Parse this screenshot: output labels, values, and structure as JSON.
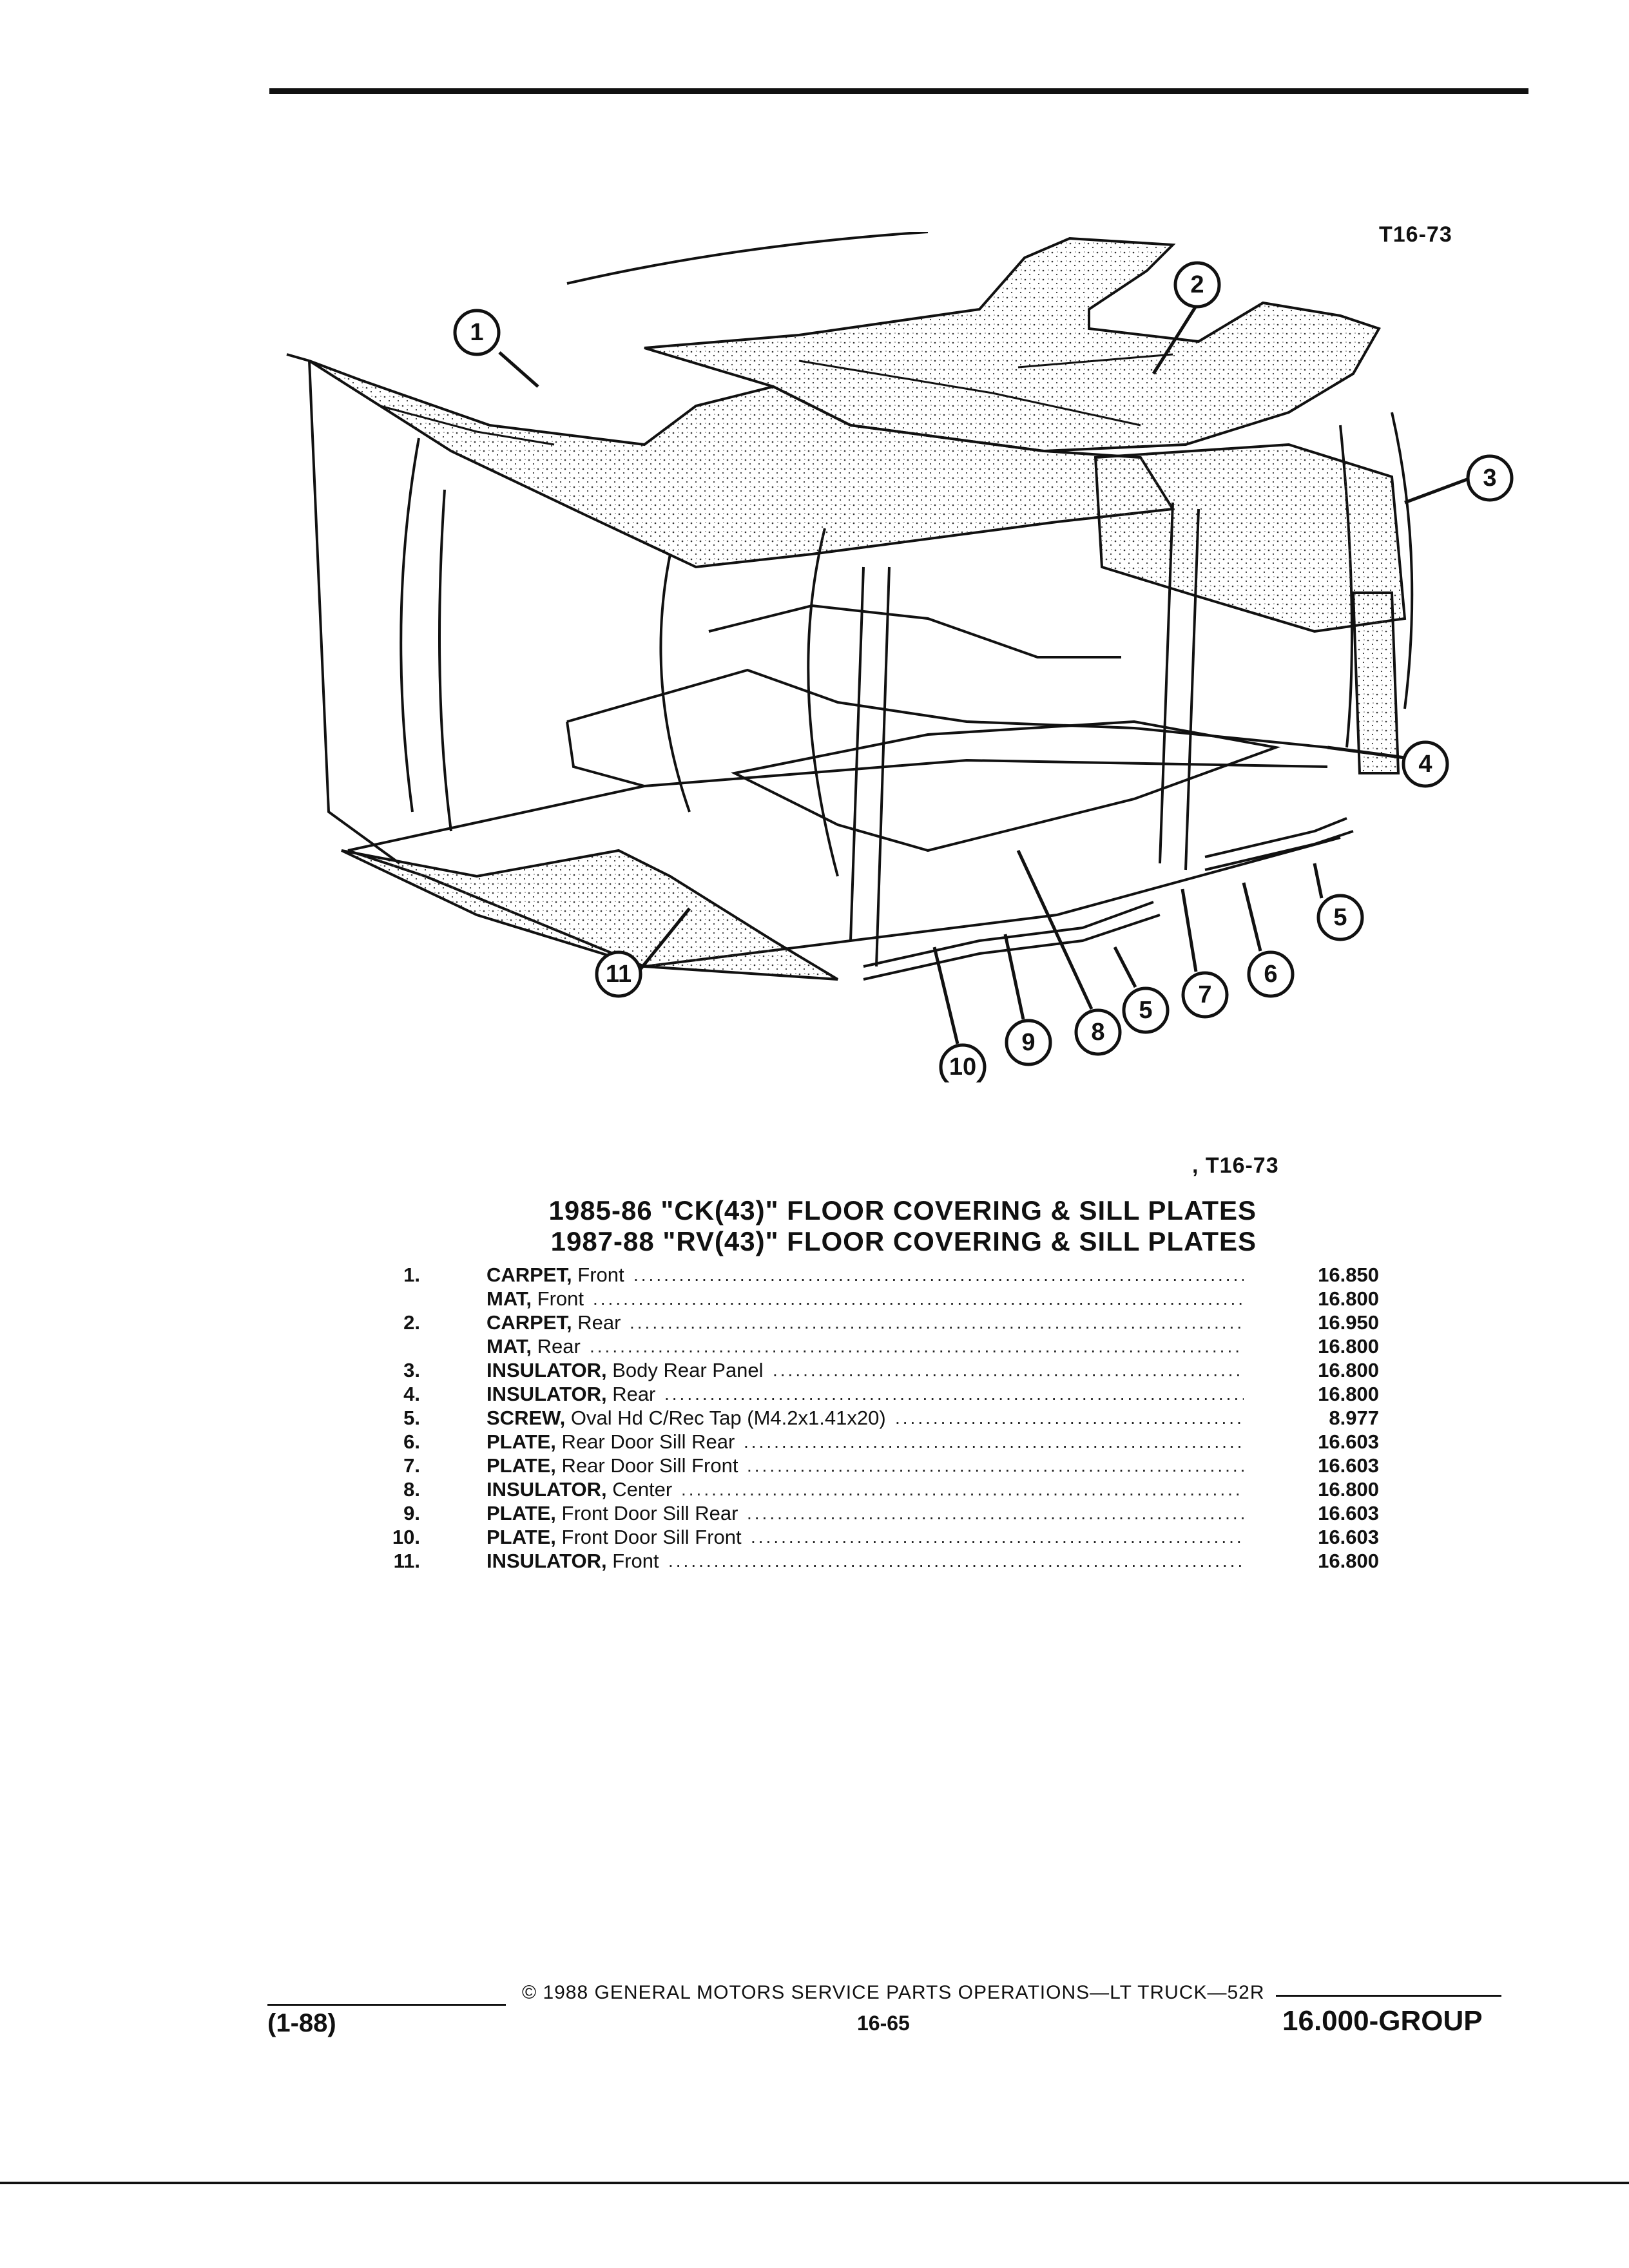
{
  "figure_id_top": "T16-73",
  "figure_id_bottom": ", T16-73",
  "title_line_1": "1985-86 \"CK(43)\" FLOOR COVERING & SILL PLATES",
  "title_line_2": "1987-88 \"RV(43)\" FLOOR COVERING & SILL PLATES",
  "callouts": [
    {
      "label": "1"
    },
    {
      "label": "2"
    },
    {
      "label": "3"
    },
    {
      "label": "4"
    },
    {
      "label": "5"
    },
    {
      "label": "5"
    },
    {
      "label": "6"
    },
    {
      "label": "7"
    },
    {
      "label": "8"
    },
    {
      "label": "9"
    },
    {
      "label": "10"
    },
    {
      "label": "11"
    }
  ],
  "parts": [
    {
      "num": "1.",
      "name": "CARPET,",
      "detail": " Front",
      "group": "16.850"
    },
    {
      "num": "",
      "name": "MAT,",
      "detail": " Front",
      "group": "16.800"
    },
    {
      "num": "2.",
      "name": "CARPET,",
      "detail": " Rear",
      "group": "16.950"
    },
    {
      "num": "",
      "name": "MAT,",
      "detail": " Rear",
      "group": "16.800"
    },
    {
      "num": "3.",
      "name": "INSULATOR,",
      "detail": " Body Rear Panel",
      "group": "16.800"
    },
    {
      "num": "4.",
      "name": "INSULATOR,",
      "detail": " Rear",
      "group": "16.800"
    },
    {
      "num": "5.",
      "name": "SCREW,",
      "detail": " Oval Hd C/Rec Tap (M4.2x1.41x20)",
      "group": "8.977"
    },
    {
      "num": "6.",
      "name": "PLATE,",
      "detail": " Rear Door Sill Rear",
      "group": "16.603"
    },
    {
      "num": "7.",
      "name": "PLATE,",
      "detail": " Rear Door Sill Front",
      "group": "16.603"
    },
    {
      "num": "8.",
      "name": "INSULATOR,",
      "detail": " Center",
      "group": "16.800"
    },
    {
      "num": "9.",
      "name": "PLATE,",
      "detail": " Front Door Sill Rear",
      "group": "16.603"
    },
    {
      "num": "10.",
      "name": "PLATE,",
      "detail": " Front Door Sill Front",
      "group": "16.603"
    },
    {
      "num": "11.",
      "name": "INSULATOR,",
      "detail": " Front",
      "group": "16.800"
    }
  ],
  "footer": {
    "copyright": "© 1988 GENERAL MOTORS SERVICE PARTS OPERATIONS—LT TRUCK—52R",
    "date_code": "(1-88)",
    "page": "16-65",
    "group": "16.000-GROUP"
  }
}
